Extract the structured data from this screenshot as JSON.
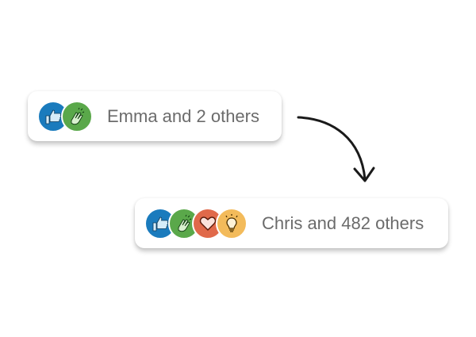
{
  "cards": [
    {
      "text": "Emma and 2 others",
      "reactions": [
        "like",
        "clap"
      ]
    },
    {
      "text": "Chris and 482 others",
      "reactions": [
        "like",
        "clap",
        "love",
        "insightful"
      ]
    }
  ],
  "colors": {
    "like": "#1a7bbd",
    "clap": "#5aa84a",
    "love": "#e0694a",
    "insightful": "#f3bb5b",
    "text": "#6b6b6b"
  }
}
